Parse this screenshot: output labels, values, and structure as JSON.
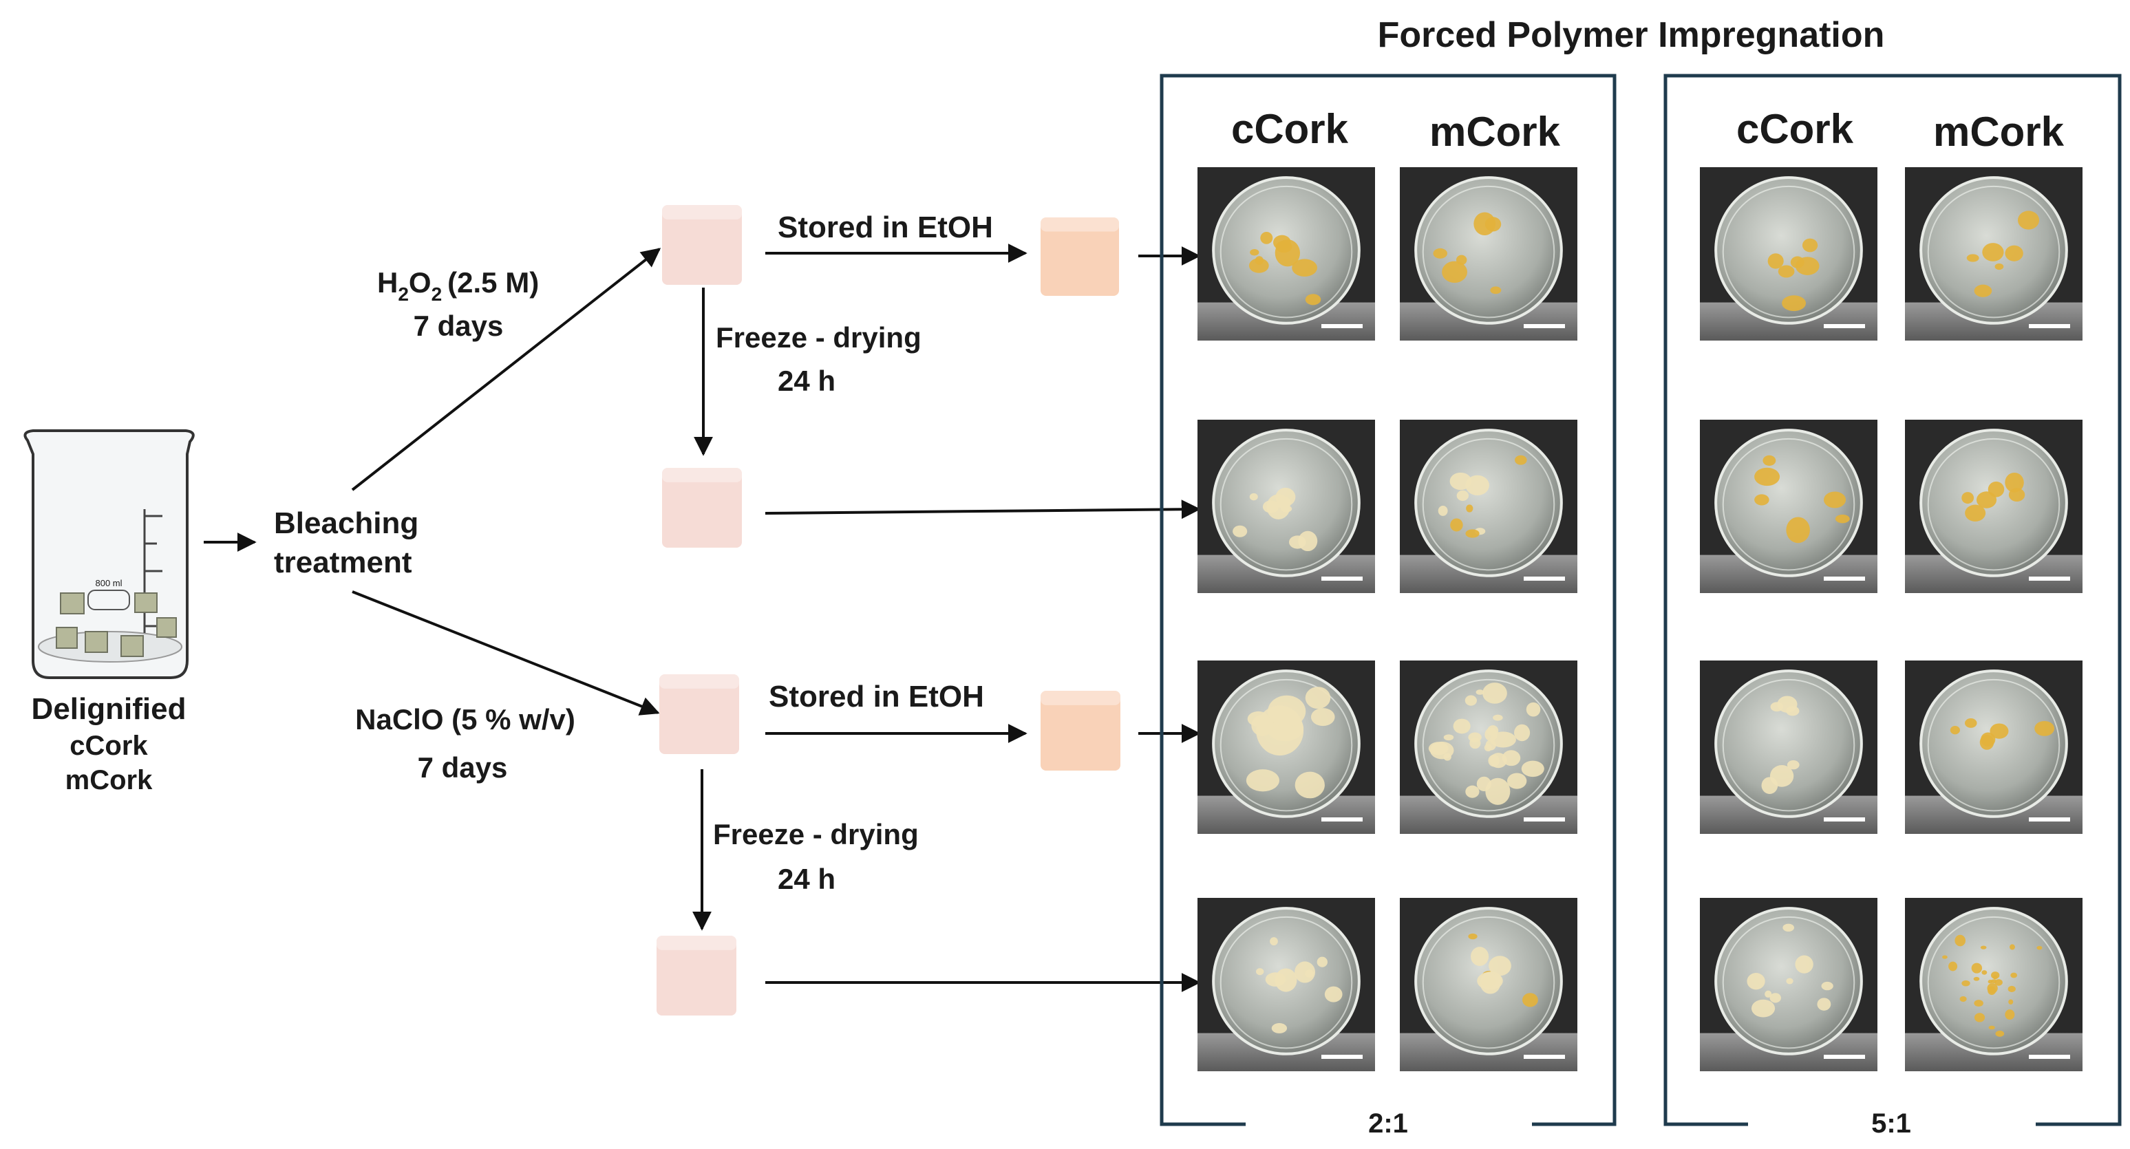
{
  "title": "Forced Polymer Impregnation",
  "beaker": {
    "graduation_label": "800 ml",
    "caption_line1": "Delignified",
    "caption_line2": "cCork",
    "caption_line3": "mCork"
  },
  "bleaching": {
    "line1": "Bleaching",
    "line2": "treatment"
  },
  "h2o2": {
    "chem_H": "H",
    "sub1": "2",
    "chem_O": "O",
    "sub2": "2",
    "conc": "(2.5 M)",
    "duration": "7 days"
  },
  "naclo": {
    "conc": "NaClO (5 % w/v)",
    "duration": "7 days"
  },
  "branch_upper": {
    "stored": "Stored in EtOH",
    "freeze": "Freeze - drying",
    "freeze_time": "24 h"
  },
  "branch_lower": {
    "stored": "Stored in EtOH",
    "freeze": "Freeze - drying",
    "freeze_time": "24 h"
  },
  "panel_left": {
    "col1": "cCork",
    "col2": "mCork",
    "ratio": "2:1"
  },
  "panel_right": {
    "col1": "cCork",
    "col2": "mCork",
    "ratio": "5:1"
  },
  "colors": {
    "panel_border": "#1f3b4d",
    "photo_bg": "#2a2a2a",
    "cube_fd": "#f6dcd6",
    "cube_etoh": "#f9d2b8",
    "beaker_cube": "#b5b89a",
    "cork_yellow": "#e3b23c",
    "cork_cream": "#efe2b8"
  }
}
